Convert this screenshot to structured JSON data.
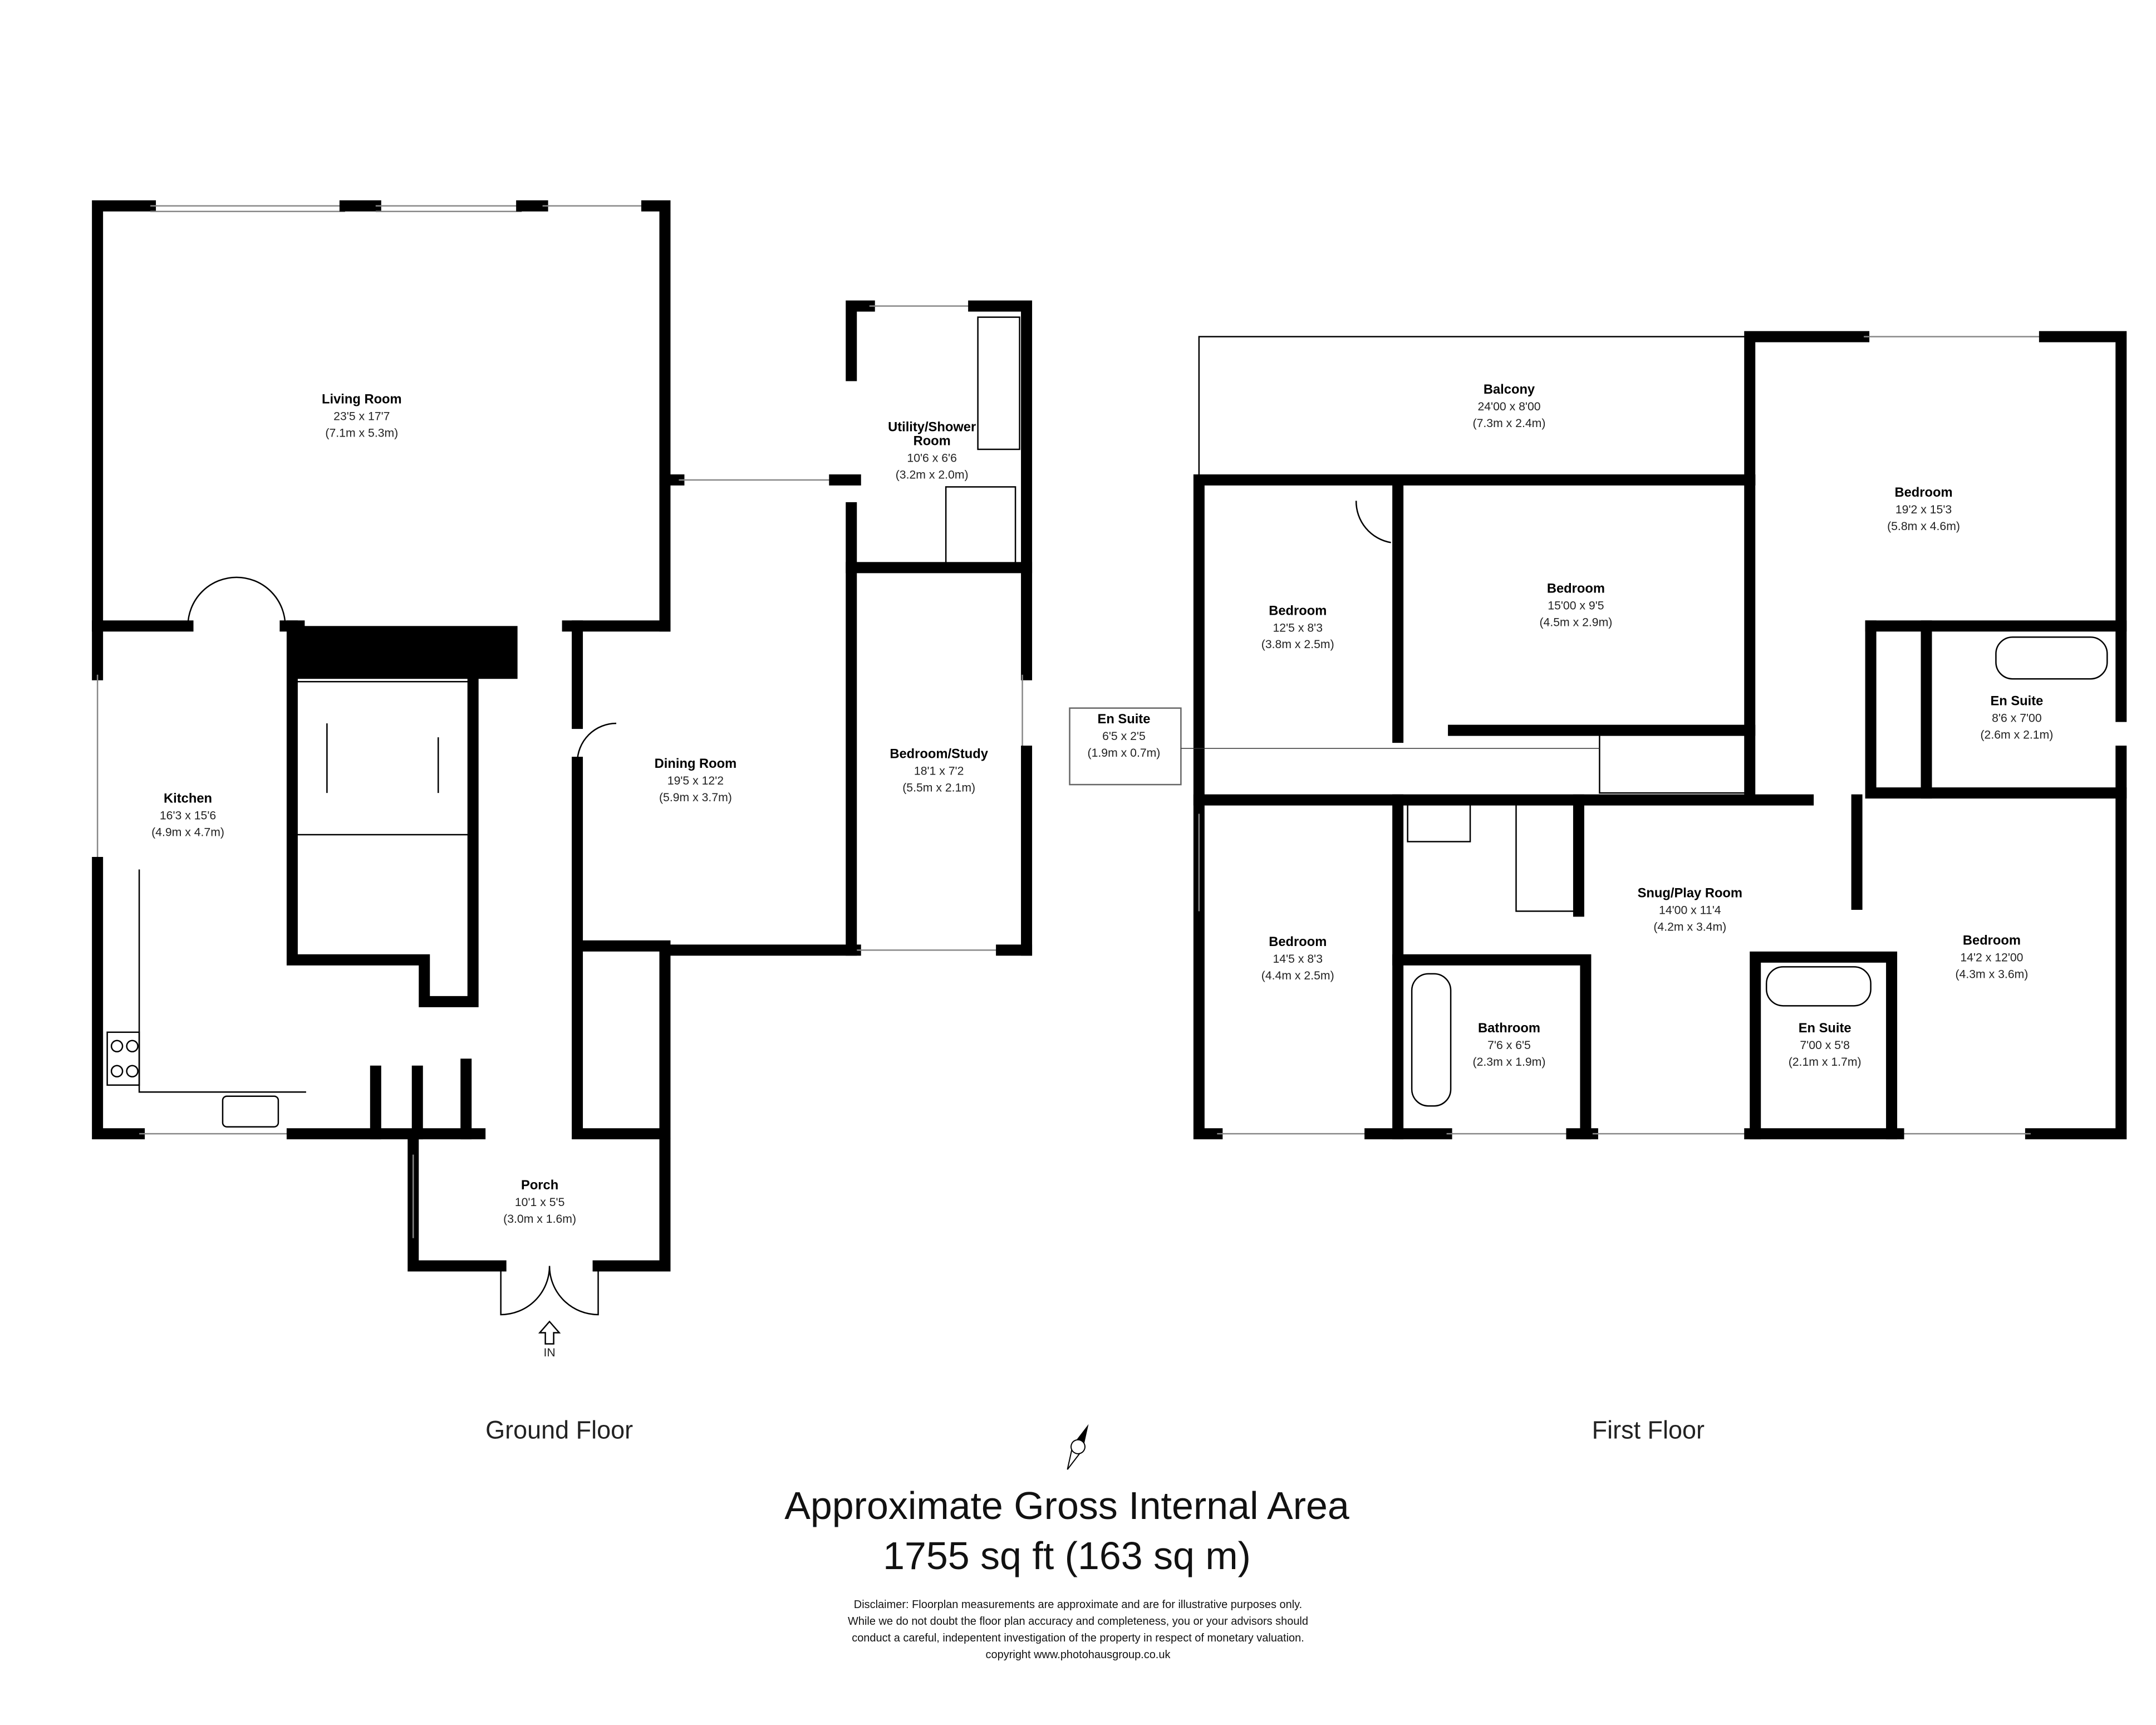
{
  "ground_floor": {
    "label": "Ground Floor",
    "rooms": [
      {
        "name": "Living Room",
        "imperial": "23'5 x 17'7",
        "metric": "(7.1m x 5.3m)"
      },
      {
        "name": "Kitchen",
        "imperial": "16'3 x 15'6",
        "metric": "(4.9m x 4.7m)"
      },
      {
        "name": "Dining Room",
        "imperial": "19'5 x 12'2",
        "metric": "(5.9m x 3.7m)"
      },
      {
        "name": "Utility/Shower Room",
        "imperial": "10'6 x 6'6",
        "metric": "(3.2m x 2.0m)"
      },
      {
        "name": "Bedroom/Study",
        "imperial": "18'1 x 7'2",
        "metric": "(5.5m x 2.1m)"
      },
      {
        "name": "Porch",
        "imperial": "10'1 x 5'5",
        "metric": "(3.0m x 1.6m)"
      }
    ],
    "entrance_label": "IN"
  },
  "first_floor": {
    "label": "First Floor",
    "rooms": [
      {
        "name": "Balcony",
        "imperial": "24'00 x 8'00",
        "metric": "(7.3m x 2.4m)"
      },
      {
        "name": "Bedroom",
        "imperial": "19'2 x 15'3",
        "metric": "(5.8m x 4.6m)"
      },
      {
        "name": "Bedroom",
        "imperial": "12'5 x 8'3",
        "metric": "(3.8m x 2.5m)"
      },
      {
        "name": "Bedroom",
        "imperial": "15'00 x 9'5",
        "metric": "(4.5m x 2.9m)"
      },
      {
        "name": "En Suite",
        "imperial": "8'6 x 7'00",
        "metric": "(2.6m x 2.1m)"
      },
      {
        "name": "En Suite",
        "imperial": "6'5 x 2'5",
        "metric": "(1.9m x 0.7m)"
      },
      {
        "name": "Snug/Play Room",
        "imperial": "14'00 x 11'4",
        "metric": "(4.2m x 3.4m)"
      },
      {
        "name": "Bedroom",
        "imperial": "14'5 x 8'3",
        "metric": "(4.4m x 2.5m)"
      },
      {
        "name": "Bedroom",
        "imperial": "14'2 x 12'00",
        "metric": "(4.3m x 3.6m)"
      },
      {
        "name": "Bathroom",
        "imperial": "7'6 x 6'5",
        "metric": "(2.3m x 1.9m)"
      },
      {
        "name": "En Suite",
        "imperial": "7'00 x 5'8",
        "metric": "(2.1m x 1.7m)"
      }
    ]
  },
  "summary": {
    "title": "Approximate Gross Internal Area",
    "area": "1755 sq ft (163 sq m)"
  },
  "disclaimer": [
    "Disclaimer: Floorplan measurements are approximate and are for illustrative purposes only.",
    "While we do not doubt the floor plan accuracy and completeness, you or your advisors should",
    "conduct a careful, indepentent investigation of the property in respect of monetary valuation.",
    "copyright www.photohausgroup.co.uk"
  ],
  "compass_icon": "north-arrow-icon"
}
